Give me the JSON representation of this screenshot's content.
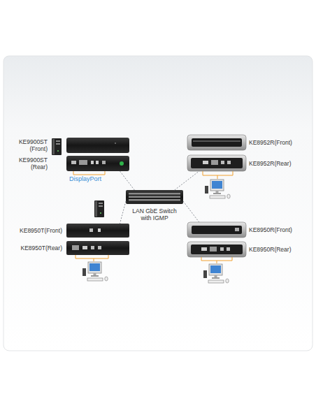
{
  "diagram": {
    "nodes": [
      {
        "text": [
          "KE9900ST (Front)"
        ]
      },
      {
        "text": [
          "KE9900ST (Rear)"
        ]
      },
      {
        "text": [
          "KE8952R(Front)"
        ]
      },
      {
        "text": [
          "KE8952R(Rear)"
        ]
      },
      {
        "text": [
          "LAN GbE Switch with IGMP"
        ]
      },
      {
        "text": [
          "KE8950T(Front)"
        ]
      },
      {
        "text": [
          "KE8950T(Rear)"
        ]
      },
      {
        "text": [
          "KE8950R(Front)"
        ]
      },
      {
        "text": [
          "KE8950R(Rear)"
        ]
      }
    ],
    "edges": [
      {
        "from": 4,
        "to": 1,
        "arrow": "none"
      },
      {
        "from": 4,
        "to": 3,
        "arrow": "none"
      },
      {
        "from": 4,
        "to": 5,
        "arrow": "none"
      },
      {
        "from": 4,
        "to": 7,
        "arrow": "none"
      }
    ],
    "labels": [
      "DisplayPort"
    ]
  }
}
